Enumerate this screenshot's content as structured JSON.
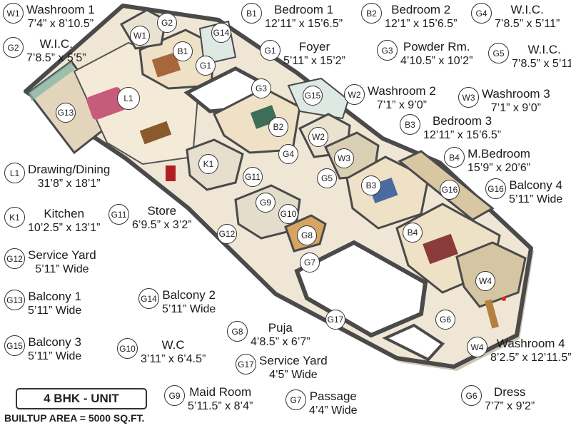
{
  "unit_title": "4 BHK - UNIT",
  "builtup_area": "BUILTUP AREA = 5000 SQ.FT.",
  "colors": {
    "floor": "#efe6d6",
    "wall": "#4a4a4a",
    "wood": "#b5803f",
    "glass": "#7fb3a5",
    "void": "#ffffff"
  },
  "legend": [
    {
      "code": "W1",
      "name": "Washroom 1",
      "dim": "7’4” x 8’10.5”"
    },
    {
      "code": "B1",
      "name": "Bedroom 1",
      "dim": "12’11” x 15’6.5”"
    },
    {
      "code": "B2",
      "name": "Bedroom 2",
      "dim": "12’1” x 15’6.5”"
    },
    {
      "code": "G4",
      "name": "W.I.C.",
      "dim": "7’8.5” x 5’11”"
    },
    {
      "code": "G2",
      "name": "W.I.C.",
      "dim": "7’8.5” x 5’5”"
    },
    {
      "code": "G1",
      "name": "Foyer",
      "dim": "5’11” x 15’2”"
    },
    {
      "code": "G3",
      "name": "Powder Rm.",
      "dim": "4’10.5” x 10’2”"
    },
    {
      "code": "G5",
      "name": "W.I.C.",
      "dim": "7’8.5” x 5’11”"
    },
    {
      "code": "W2",
      "name": "Washroom 2",
      "dim": "7’1” x 9’0”"
    },
    {
      "code": "W3",
      "name": "Washroom 3",
      "dim": "7’1” x 9’0”"
    },
    {
      "code": "B3",
      "name": "Bedroom 3",
      "dim": "12’11” x 15’6.5”"
    },
    {
      "code": "B4",
      "name": "M.Bedroom",
      "dim": "15’9” x 20’6”"
    },
    {
      "code": "G16",
      "name": "Balcony 4",
      "dim": "5’11” Wide"
    },
    {
      "code": "L1",
      "name": "Drawing/Dining",
      "dim": "31’8” x 18’1”"
    },
    {
      "code": "K1",
      "name": "Kitchen",
      "dim": "10’2.5” x 13’1”"
    },
    {
      "code": "G11",
      "name": "Store",
      "dim": "6’9.5” x 3’2”"
    },
    {
      "code": "G12",
      "name": "Service Yard",
      "dim": "5’11” Wide"
    },
    {
      "code": "G13",
      "name": "Balcony 1",
      "dim": "5’11” Wide"
    },
    {
      "code": "G14",
      "name": "Balcony 2",
      "dim": "5’11” Wide"
    },
    {
      "code": "G8",
      "name": "Puja",
      "dim": "4’8.5” x 6’7”"
    },
    {
      "code": "G15",
      "name": "Balcony 3",
      "dim": "5’11” Wide"
    },
    {
      "code": "G10",
      "name": "W.C",
      "dim": "3’11” x 6’4.5”"
    },
    {
      "code": "G17",
      "name": "Service Yard",
      "dim": "4’5” Wide"
    },
    {
      "code": "W4",
      "name": "Washroom 4",
      "dim": "8’2.5” x 12’11.5”"
    },
    {
      "code": "G9",
      "name": "Maid Room",
      "dim": "5’11.5” x 8’4”"
    },
    {
      "code": "G7",
      "name": "Passage",
      "dim": "4’4” Wide"
    },
    {
      "code": "G6",
      "name": "Dress",
      "dim": "7’7” x 9’2”"
    }
  ],
  "plan_tags": [
    "W1",
    "G2",
    "G14",
    "B1",
    "G1",
    "L1",
    "G13",
    "G3",
    "G15",
    "B2",
    "W2",
    "G4",
    "W3",
    "G5",
    "K1",
    "G11",
    "G9",
    "G10",
    "B3",
    "G16",
    "G12",
    "G8",
    "B4",
    "G7",
    "W4",
    "G6",
    "G17"
  ]
}
